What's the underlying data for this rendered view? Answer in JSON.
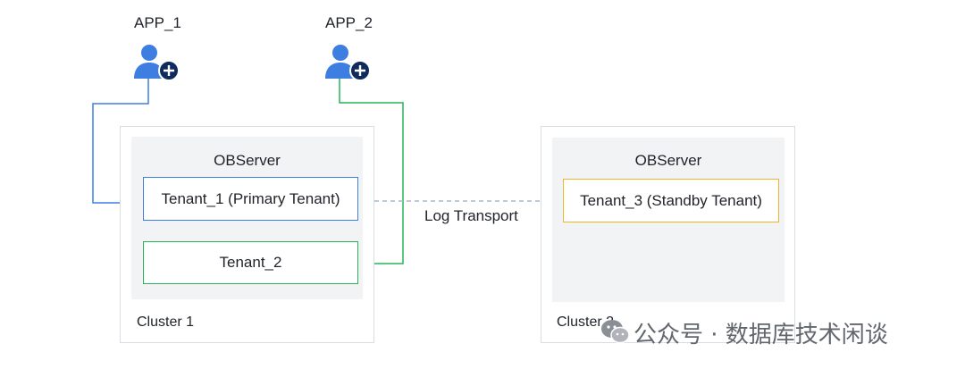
{
  "apps": [
    {
      "label": "APP_1",
      "icon": "user-add-icon"
    },
    {
      "label": "APP_2",
      "icon": "user-add-icon"
    }
  ],
  "cluster1": {
    "label": "Cluster 1",
    "obs_title": "OBServer",
    "tenants": [
      {
        "label": "Tenant_1 (Primary Tenant)",
        "color": "#3d7ee0"
      },
      {
        "label": "Tenant_2",
        "color": "#29b45a"
      }
    ]
  },
  "cluster2": {
    "label": "Cluster 2",
    "obs_title": "OBServer",
    "tenants": [
      {
        "label": "Tenant_3 (Standby Tenant)",
        "color": "#f2b230"
      }
    ]
  },
  "link": {
    "label": "Log Transport"
  },
  "watermark": {
    "text": "公众号 · 数据库技术闲谈",
    "icon": "wechat-icon"
  },
  "colors": {
    "app1_line": "#3d7ee0",
    "app2_line": "#29b45a",
    "log_line": "#a9b7cc",
    "icon_person": "#3d7ee0",
    "icon_badge": "#0f2a5c"
  }
}
